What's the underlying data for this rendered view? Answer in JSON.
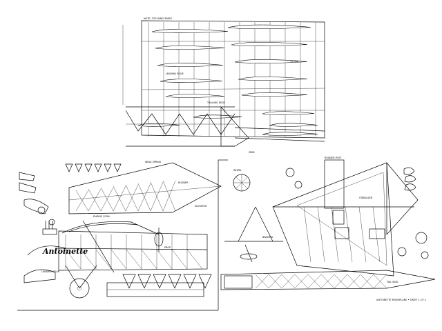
{
  "drawing": {
    "title_script": "Antoinette",
    "colors": {
      "ink": "#000000",
      "paper": "#ffffff"
    }
  },
  "wing_plan": {
    "notes": [
      "NOTE: TOP WING SPARS",
      "LEADING EDGE",
      "TRAILING EDGE",
      "TIP RIB",
      "SPAR"
    ]
  },
  "fuselage_side": {
    "notes": [
      "WING SPRING",
      "LANDING GEAR",
      "PROP",
      "RUDDER",
      "ELEVATOR",
      "ENGINE COWL"
    ]
  },
  "tail_plan": {
    "notes": [
      "STABILIZER",
      "RUDDER POST",
      "TAIL SKID",
      "WHEEL",
      "BRACING"
    ]
  },
  "footer": {
    "credit": "ANTOINETTE MONOPLANE • SHEET 1 OF 2"
  }
}
